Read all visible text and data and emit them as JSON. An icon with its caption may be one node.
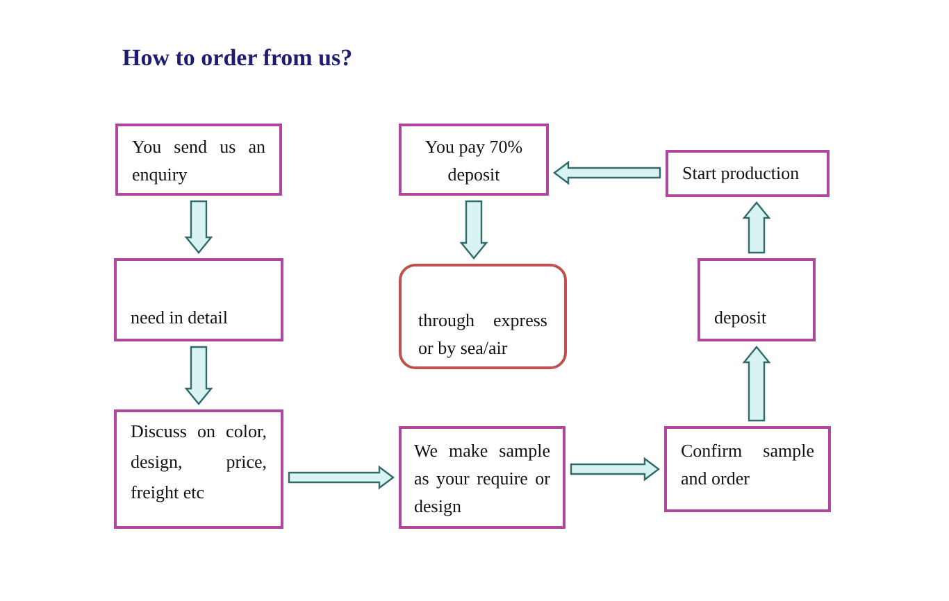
{
  "diagram": {
    "title": "How to order from us?",
    "nodes": [
      {
        "text": [
          "You send us an enquiry"
        ]
      },
      {
        "text": [
          "You pay 70% deposit"
        ]
      },
      {
        "text": [
          "Start production"
        ]
      },
      {
        "text": [
          "need in detail"
        ]
      },
      {
        "text": [
          "through express or by sea/air"
        ]
      },
      {
        "text": [
          "deposit"
        ]
      },
      {
        "text": [
          "Discuss on color, design, price, freight etc"
        ]
      },
      {
        "text": [
          "We make sample as your require or design"
        ]
      },
      {
        "text": [
          "Confirm sample and order"
        ]
      }
    ],
    "edges": [
      {
        "from": 0,
        "to": 3,
        "arrow": "to"
      },
      {
        "from": 3,
        "to": 6,
        "arrow": "to"
      },
      {
        "from": 6,
        "to": 7,
        "arrow": "to"
      },
      {
        "from": 7,
        "to": 8,
        "arrow": "to"
      },
      {
        "from": 8,
        "to": 5,
        "arrow": "to"
      },
      {
        "from": 5,
        "to": 2,
        "arrow": "to"
      },
      {
        "from": 2,
        "to": 1,
        "arrow": "to"
      },
      {
        "from": 1,
        "to": 4,
        "arrow": "to"
      }
    ]
  }
}
